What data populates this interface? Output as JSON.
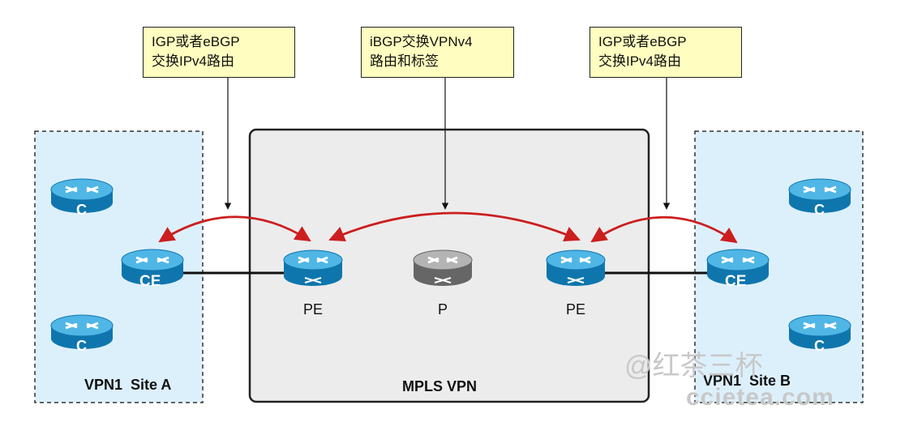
{
  "callouts": [
    {
      "line1": "IGP或者eBGP",
      "line2": "交换IPv4路由"
    },
    {
      "line1": "iBGP交换VPNv4",
      "line2": "路由和标签"
    },
    {
      "line1": "IGP或者eBGP",
      "line2": "交换IPv4路由"
    }
  ],
  "sites": {
    "left": "VPN1  Site A",
    "right": "VPN1  Site B"
  },
  "core": {
    "label": "MPLS VPN"
  },
  "routers": {
    "ce_left": "CE",
    "ce_right": "CE",
    "c_left_top": "C",
    "c_left_bottom": "C",
    "c_right_top": "C",
    "c_right_bottom": "C",
    "pe_left": "PE",
    "p": "P",
    "pe_right": "PE"
  },
  "watermark": {
    "line1": "@红茶三杯",
    "line2": "ccietea.com"
  },
  "colors": {
    "site_fill": "#dcf0fc",
    "core_fill": "#ececec",
    "router_blue": "#1f8fc4",
    "router_gray": "#8a8a8a",
    "arrow_red": "#cc1e1e",
    "callout_fill": "#fffec0"
  }
}
